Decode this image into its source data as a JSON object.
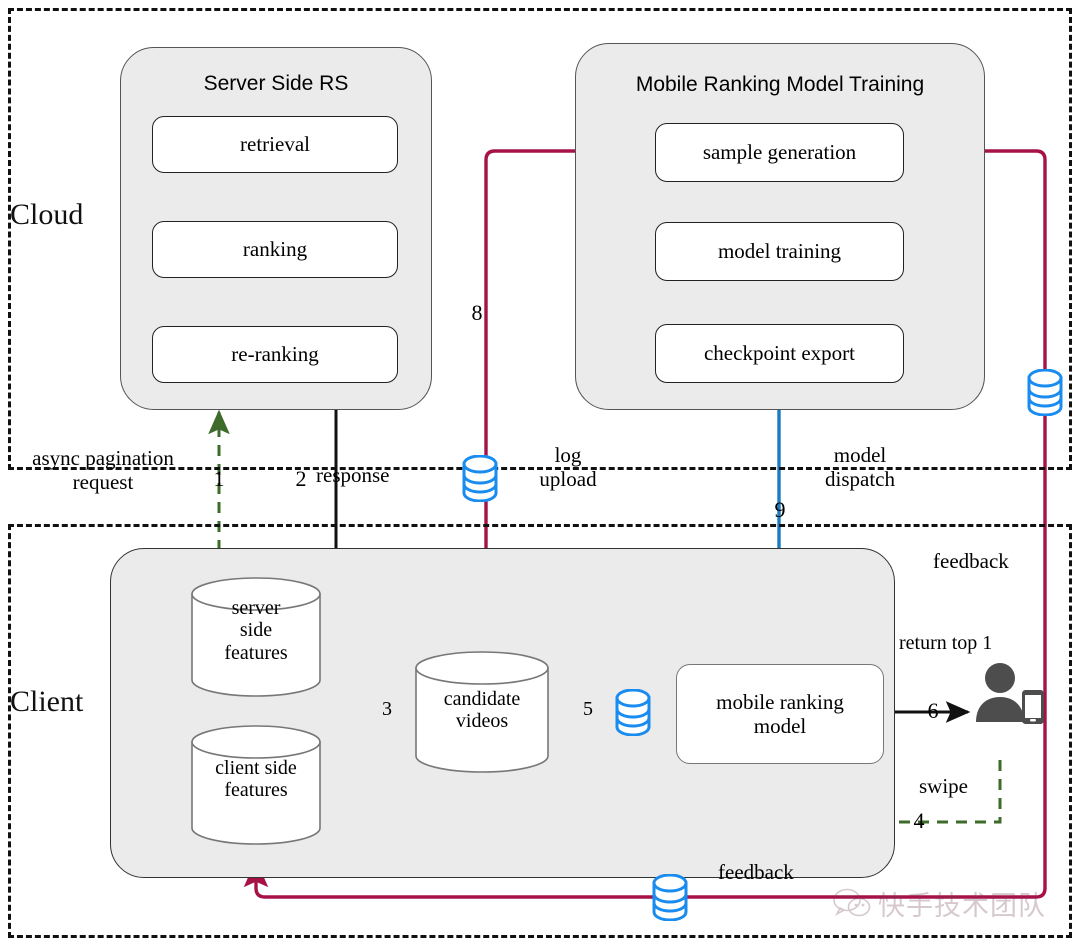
{
  "diagram": {
    "regions": [
      {
        "id": "cloud",
        "label": "Cloud"
      },
      {
        "id": "client",
        "label": "Client"
      }
    ],
    "groups": [
      {
        "id": "server-side-rs",
        "title": "Server Side RS"
      },
      {
        "id": "mobile-ranking-model-training",
        "title": "Mobile Ranking Model Training"
      },
      {
        "id": "client-pipeline",
        "title": ""
      }
    ],
    "server_side_rs": {
      "title": "Server Side RS",
      "steps": [
        {
          "label": "retrieval"
        },
        {
          "label": "ranking"
        },
        {
          "label": "re-ranking"
        }
      ]
    },
    "mobile_training": {
      "title": "Mobile Ranking Model Training",
      "steps": [
        {
          "label": "sample generation"
        },
        {
          "label": "model training"
        },
        {
          "label": "checkpoint export"
        }
      ]
    },
    "client_pipeline": {
      "datastores": [
        {
          "id": "server-side-features",
          "label": "server\nside\nfeatures"
        },
        {
          "id": "client-side-features",
          "label": "client side\nfeatures"
        },
        {
          "id": "candidate-videos",
          "label": "candidate\nvideos"
        }
      ],
      "model_box": {
        "label": "mobile ranking\nmodel"
      }
    },
    "edge_labels": [
      {
        "id": "async-pagination-request",
        "text": "async pagination\nrequest"
      },
      {
        "id": "response",
        "text": "response"
      },
      {
        "id": "log-upload",
        "text": "log\nupload"
      },
      {
        "id": "model-dispatch",
        "text": "model\ndispatch"
      },
      {
        "id": "return-top-1",
        "text": "return top 1"
      },
      {
        "id": "swipe",
        "text": "swipe"
      },
      {
        "id": "feedback-right",
        "text": "feedback"
      },
      {
        "id": "feedback-bottom",
        "text": "feedback"
      }
    ],
    "step_numbers": [
      {
        "id": "step-1",
        "value": "1"
      },
      {
        "id": "step-2",
        "value": "2"
      },
      {
        "id": "step-3",
        "value": "3"
      },
      {
        "id": "step-4",
        "value": "4"
      },
      {
        "id": "step-5",
        "value": "5"
      },
      {
        "id": "step-6",
        "value": "6"
      },
      {
        "id": "step-8",
        "value": "8"
      },
      {
        "id": "step-9",
        "value": "9"
      }
    ],
    "watermark": {
      "text": "快手技术团队"
    },
    "colors": {
      "flow_black": "#111111",
      "flow_crimson": "#a61247",
      "flow_blue": "#1a7bc4",
      "flow_green": "#3d6b2a",
      "datastore_blue": "#1a8cf0",
      "panel_grey": "#ebebeb",
      "user_grey": "#4d4d4d"
    }
  }
}
